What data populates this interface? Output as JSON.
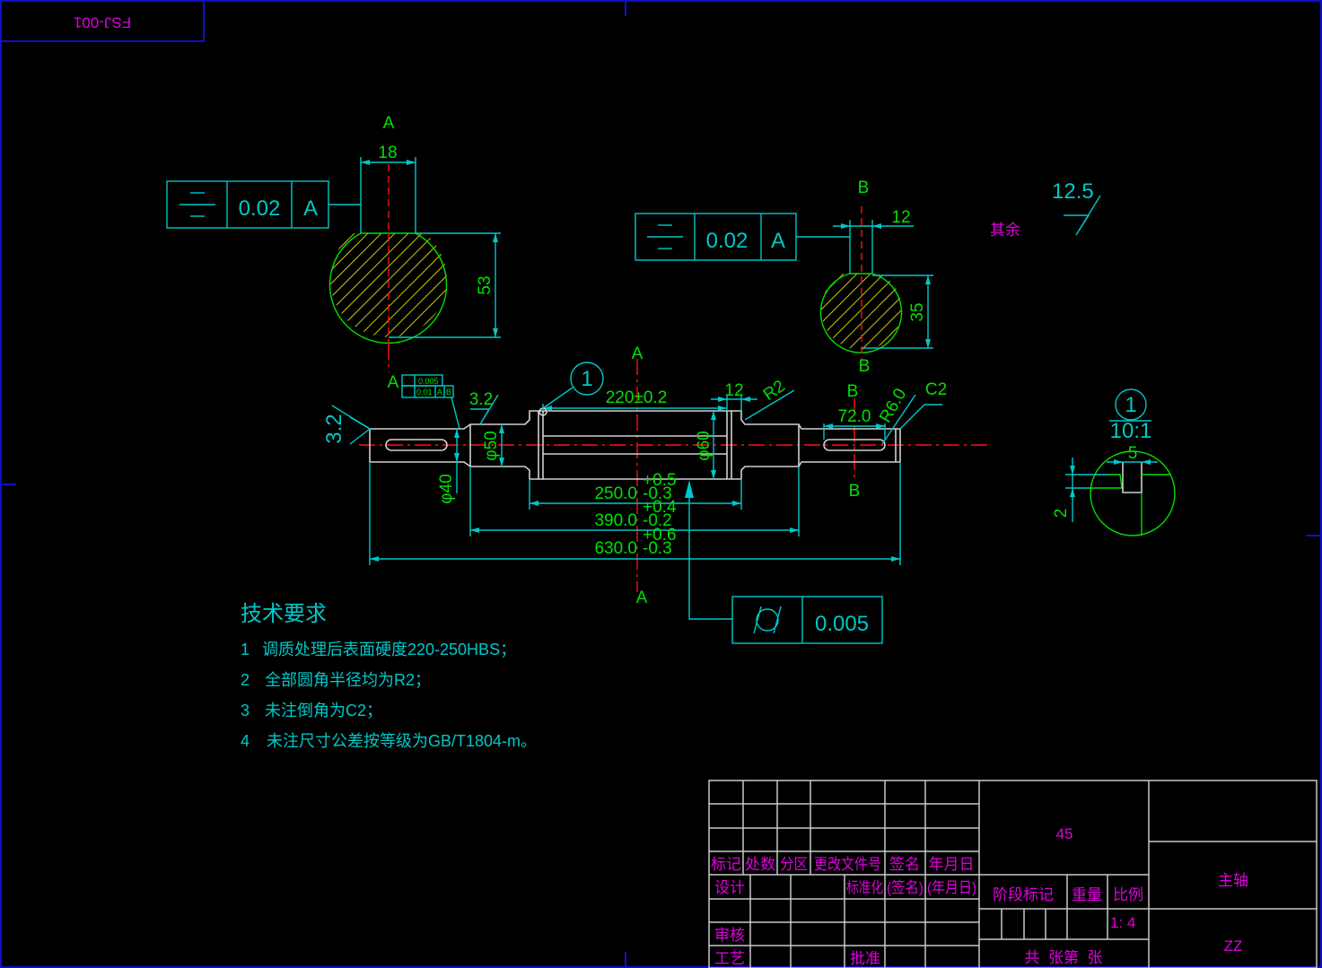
{
  "drawing_number": "FSJ-001",
  "section_a": {
    "label": "A",
    "key_width": "18",
    "depth": "53",
    "tolerance": {
      "symbol": "symmetry",
      "value": "0.02",
      "datum": "A"
    }
  },
  "section_b": {
    "label": "B",
    "key_width": "12",
    "depth": "35",
    "tolerance": {
      "symbol": "symmetry",
      "value": "0.02",
      "datum": "A"
    }
  },
  "roughness_other": {
    "label": "其余",
    "value": "12.5"
  },
  "main_view": {
    "section_mark_a": "A",
    "section_mark_b": "B",
    "roughness_left": "3.2",
    "roughness_journal": "3.2",
    "fcf_small": {
      "row1_value": "0.005",
      "row2_value": "0.01",
      "row2_datum1": "A",
      "row2_datum2": "B"
    },
    "detail_callout": "1",
    "dim_220": "220±0.2",
    "dim_12": "12",
    "dim_r2": "R2",
    "dim_72": "72.0",
    "dim_r6": "R6.0",
    "dim_c2": "C2",
    "dia_40": "φ40",
    "dia_50": "φ50",
    "dia_60": "φ60",
    "len_250": {
      "nominal": "250.0",
      "upper": "+0.5",
      "lower": "-0.3"
    },
    "len_390": {
      "nominal": "390.0",
      "upper": "+0.4",
      "lower": "-0.2"
    },
    "len_630": {
      "nominal": "630.0",
      "upper": "+0.6",
      "lower": "-0.3"
    },
    "runout": {
      "symbol": "cylindricity",
      "value": "0.005"
    }
  },
  "detail": {
    "id": "1",
    "scale": "10:1",
    "width": "5",
    "depth": "2"
  },
  "tech": {
    "title": "技术要求",
    "items": [
      {
        "num": "1",
        "text": "调质处理后表面硬度220-250HBS；"
      },
      {
        "num": "2",
        "text": "全部圆角半径均为R2；"
      },
      {
        "num": "3",
        "text": "未注倒角为C2；"
      },
      {
        "num": "4",
        "text": "未注尺寸公差按等级为GB/T1804-m。"
      }
    ]
  },
  "title_block": {
    "headers": [
      "标记",
      "处数",
      "分区",
      "更改文件号",
      "签名",
      "年月日"
    ],
    "design": "设计",
    "standard": "标准化",
    "sign": "(签名)",
    "date": "(年月日)",
    "review": "审核",
    "process": "工艺",
    "approve": "批准",
    "material": "45",
    "stage_mark": "阶段标记",
    "weight": "重量",
    "scale_label": "比例",
    "scale_value": "1: 4",
    "sheets": "共  张第  张",
    "part_name": "主轴",
    "code": "ZZ"
  }
}
